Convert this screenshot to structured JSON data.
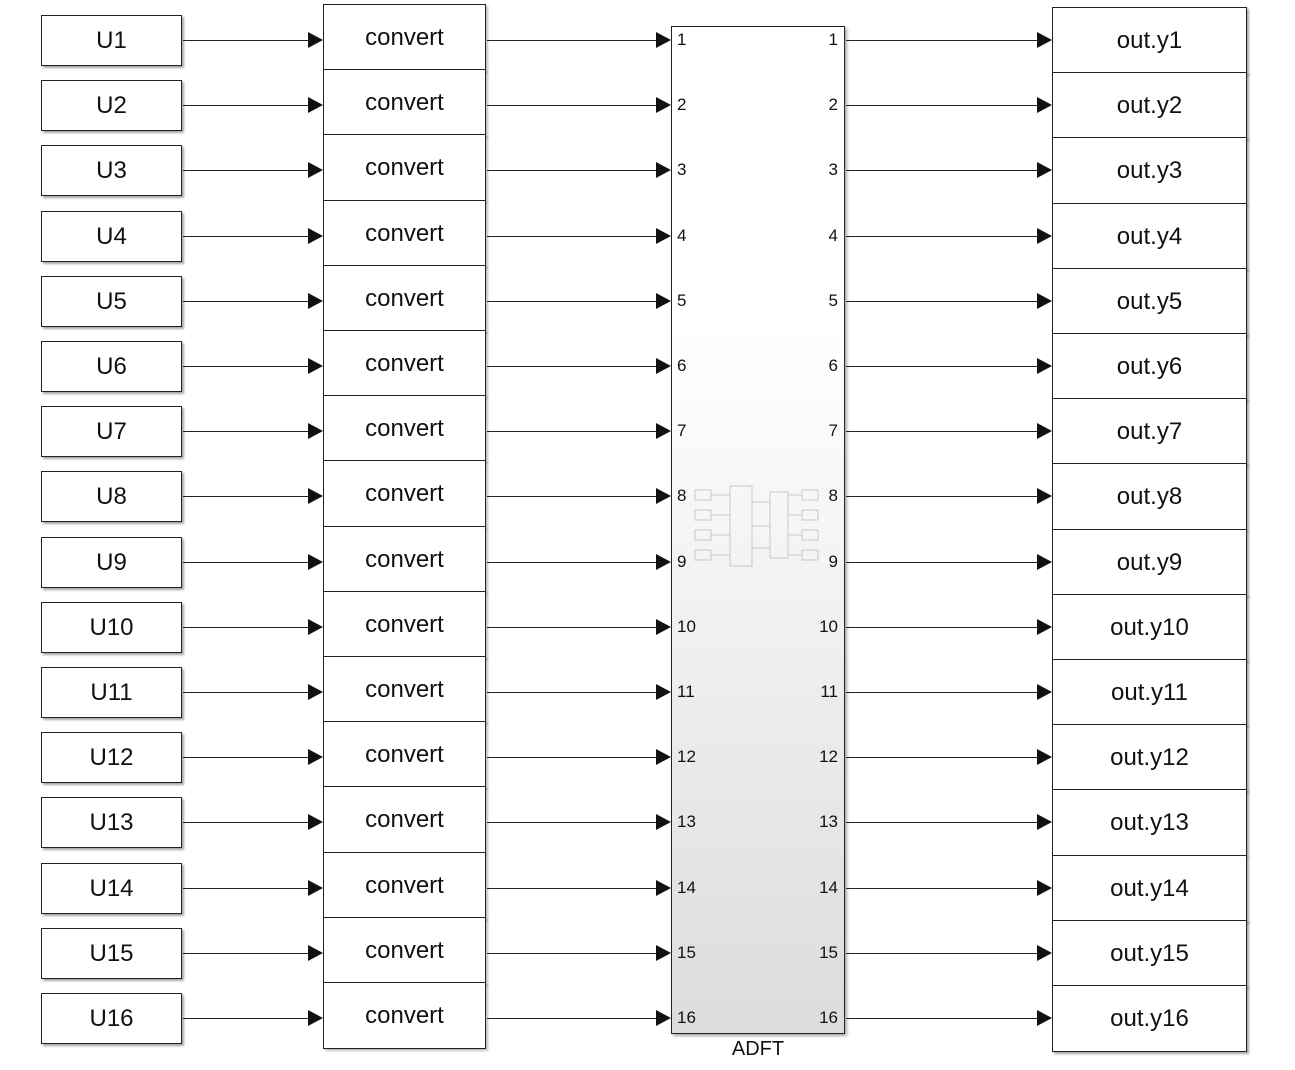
{
  "inputs": [
    "U1",
    "U2",
    "U3",
    "U4",
    "U5",
    "U6",
    "U7",
    "U8",
    "U9",
    "U10",
    "U11",
    "U12",
    "U13",
    "U14",
    "U15",
    "U16"
  ],
  "converters": [
    "convert",
    "convert",
    "convert",
    "convert",
    "convert",
    "convert",
    "convert",
    "convert",
    "convert",
    "convert",
    "convert",
    "convert",
    "convert",
    "convert",
    "convert",
    "convert"
  ],
  "subsystem": {
    "label": "ADFT",
    "in_ports": [
      "1",
      "2",
      "3",
      "4",
      "5",
      "6",
      "7",
      "8",
      "9",
      "10",
      "11",
      "12",
      "13",
      "14",
      "15",
      "16"
    ],
    "out_ports": [
      "1",
      "2",
      "3",
      "4",
      "5",
      "6",
      "7",
      "8",
      "9",
      "10",
      "11",
      "12",
      "13",
      "14",
      "15",
      "16"
    ]
  },
  "outputs": [
    "out.y1",
    "out.y2",
    "out.y3",
    "out.y4",
    "out.y5",
    "out.y6",
    "out.y7",
    "out.y8",
    "out.y9",
    "out.y10",
    "out.y11",
    "out.y12",
    "out.y13",
    "out.y14",
    "out.y15",
    "out.y16"
  ]
}
